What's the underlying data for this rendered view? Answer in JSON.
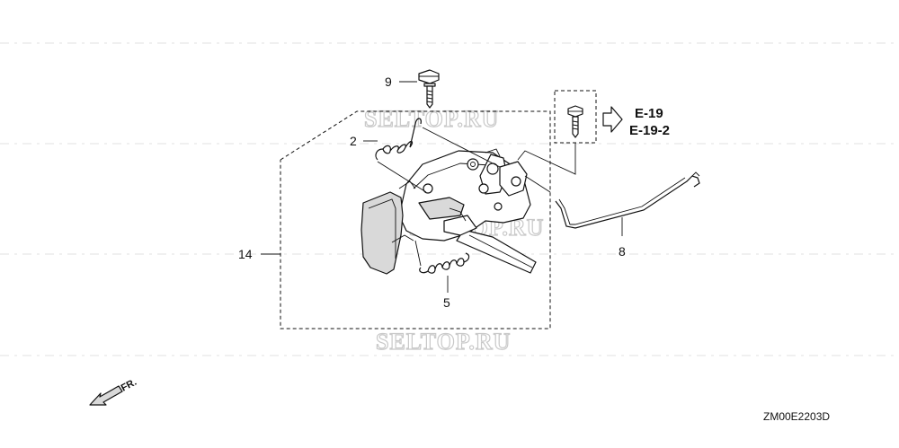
{
  "watermark": {
    "text": "SELTOP.RU"
  },
  "callouts": {
    "bolt": "9",
    "spring_upper": "2",
    "lever_assembly": "14",
    "spring_lower": "5",
    "rod": "8"
  },
  "references": {
    "primary": "E-19",
    "secondary": "E-19-2"
  },
  "front_indicator": "FR.",
  "diagram_code": "ZM00E2203D"
}
